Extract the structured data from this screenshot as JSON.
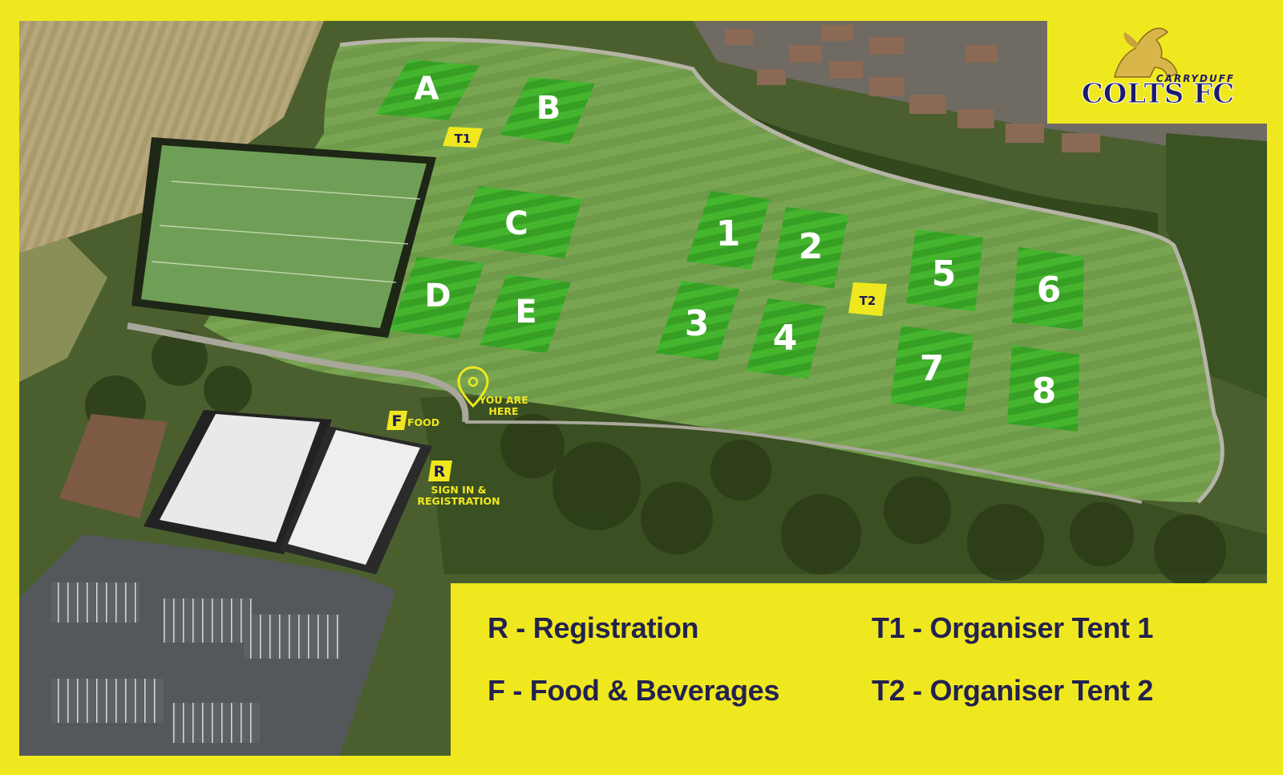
{
  "logo": {
    "top_text": "CARRYDUFF",
    "main_text": "COLTS FC"
  },
  "pitches": {
    "lettered": [
      "A",
      "B",
      "C",
      "D",
      "E"
    ],
    "numbered": [
      "1",
      "2",
      "3",
      "4",
      "5",
      "6",
      "7",
      "8"
    ]
  },
  "markers": {
    "t1": "T1",
    "t2": "T2",
    "food": "F",
    "registration": "R"
  },
  "annotations": {
    "food": "FOOD",
    "you_are_here_line1": "YOU ARE",
    "you_are_here_line2": "HERE",
    "sign_in_line1": "SIGN IN &",
    "sign_in_line2": "REGISTRATION"
  },
  "legend": {
    "registration": "R - Registration",
    "food": "F - Food & Beverages",
    "t1": "T1 - Organiser Tent 1",
    "t2": "T2 - Organiser Tent 2"
  },
  "colors": {
    "frame": "#f0e81e",
    "legend_text": "#23224f",
    "pitch_green": "#3fae2a",
    "logo_navy": "#1c1a6b"
  }
}
